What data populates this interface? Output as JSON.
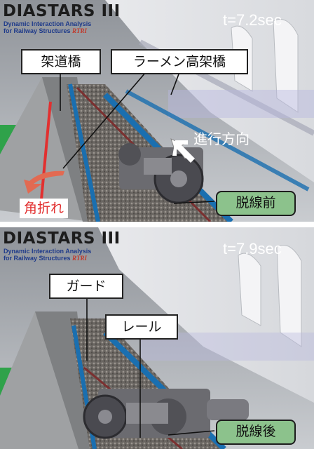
{
  "logo": {
    "title": "DIASTARS III",
    "subtitle_line1": "Dynamic Interaction Analysis",
    "subtitle_line2": "for Railway Structures",
    "mark": "RTRI"
  },
  "top": {
    "time": "t=7.2sec",
    "labels": {
      "viaduct": "架道橋",
      "rahmen": "ラーメン高架橋",
      "direction": "進行方向",
      "angle_break": "角折れ"
    },
    "status": "脱線前"
  },
  "bottom": {
    "time": "t=7.9sec",
    "labels": {
      "guard": "ガード",
      "rail": "レール"
    },
    "status": "脱線後"
  },
  "colors": {
    "status_fill": "#8cc28c",
    "angle_break_red": "#e23030",
    "break_arrow": "#e26a52",
    "rail_blue": "#1a6fb0",
    "sky": "#bfc2c6"
  }
}
